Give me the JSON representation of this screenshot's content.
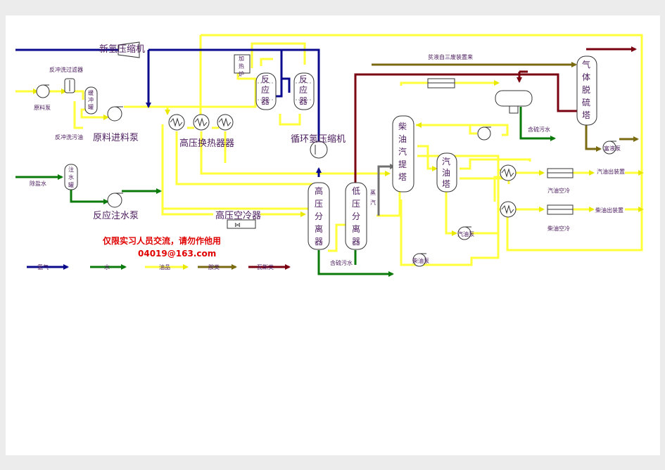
{
  "colors": {
    "hydrogen": "#0a0a8c",
    "water": "#0a7a0a",
    "oil": "#ffff3a",
    "amine": "#7a6a10",
    "gas": "#7a0010",
    "steam": "#707070",
    "label": "#4a1a5c"
  },
  "labels": {
    "new_h2_compressor": "新氢压缩机",
    "backwash_filter": "反冲洗过滤器",
    "feed_pump_small": "原料泵",
    "buffer_tank": [
      "缓",
      "冲",
      "罐"
    ],
    "backwash_oil": "反冲洗污油",
    "feed_pump": "原料进料泵",
    "heater": [
      "加",
      "热",
      "炉"
    ],
    "reactor1": [
      "反",
      "应",
      "器"
    ],
    "reactor2": [
      "反",
      "应",
      "器"
    ],
    "hp_exchanger": "高压换热器器",
    "recycle_compressor": "循环氢压缩机",
    "desalted_water": "除盐水",
    "water_tank": [
      "注",
      "水",
      "罐"
    ],
    "water_pump": "反应注水泵",
    "hp_air_cooler": "高压空冷器",
    "hp_separator": [
      "高",
      "压",
      "分",
      "离",
      "器"
    ],
    "lp_separator": [
      "低",
      "压",
      "分",
      "离",
      "器"
    ],
    "steam": [
      "蒸",
      "汽"
    ],
    "diesel_stripper": [
      "柴",
      "油",
      "汽",
      "提",
      "塔"
    ],
    "naphtha_tower": [
      "汽",
      "油",
      "塔"
    ],
    "rich_amine_in": "贫液自三废装置来",
    "sour_water_1": "含硫污水",
    "sour_water_2": "含硫污水",
    "gas_desulfurizer": [
      "气",
      "体",
      "脱",
      "硫",
      "塔"
    ],
    "rich_amine_pump": "富液泵",
    "naphtha_pump": "汽油泵",
    "diesel_pump": "柴油泵",
    "naphtha_air_cooler": "汽油空冷",
    "diesel_air_cooler": "柴油空冷",
    "naphtha_out": "汽油出装置",
    "diesel_out": "柴油出装置"
  },
  "watermark": {
    "line1": "仅限实习人员交流，请勿作他用",
    "line2": "04019@163.com"
  },
  "legend": [
    {
      "label": "氢气",
      "color": "#0a0a8c"
    },
    {
      "label": "水",
      "color": "#0a7a0a"
    },
    {
      "label": "油品",
      "color": "#ffff3a"
    },
    {
      "label": "胺类",
      "color": "#7a6a10"
    },
    {
      "label": "瓦斯类",
      "color": "#7a0010"
    }
  ]
}
